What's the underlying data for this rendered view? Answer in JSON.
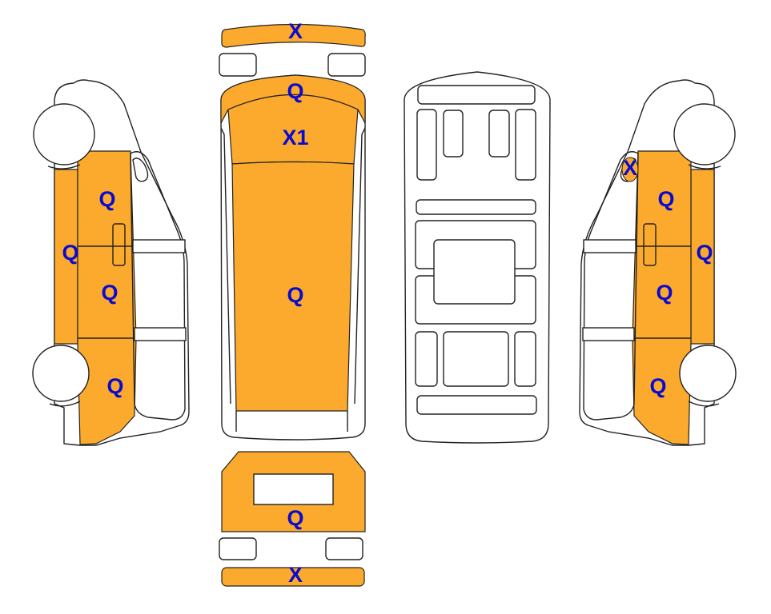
{
  "colors": {
    "damaged": "#FBAA2E",
    "label": "#0A0ACF",
    "outline": "#222222"
  },
  "left_side": {
    "labels": [
      "Q",
      "Q",
      "Q",
      "Q"
    ]
  },
  "right_side": {
    "labels": [
      "X",
      "Q",
      "Q",
      "Q",
      "Q"
    ]
  },
  "top_view": {
    "front_bumper": "X",
    "hood": "Q",
    "windshield": "X1",
    "roof": "Q"
  },
  "rear_view": {
    "rear_door": "Q",
    "rear_bumper": "X"
  }
}
